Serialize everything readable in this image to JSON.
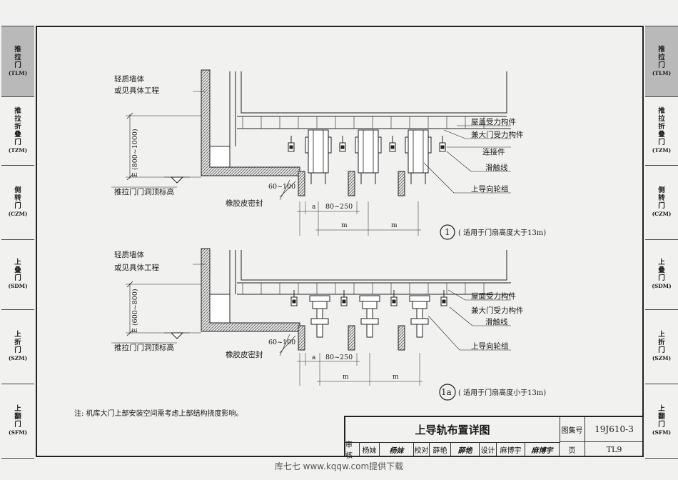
{
  "tabs": [
    {
      "chars": [
        "推",
        "拉",
        "门"
      ],
      "code": "(TLM)",
      "active": true
    },
    {
      "chars": [
        "推",
        "拉",
        "折",
        "叠",
        "门"
      ],
      "code": "(TZM)",
      "active": false
    },
    {
      "chars": [
        "侧",
        "转",
        "门"
      ],
      "code": "(CZM)",
      "active": false
    },
    {
      "chars": [
        "上",
        "叠",
        "门"
      ],
      "code": "(SDM)",
      "active": false
    },
    {
      "chars": [
        "上",
        "折",
        "门"
      ],
      "code": "(SZM)",
      "active": false
    },
    {
      "chars": [
        "上",
        "翻",
        "门"
      ],
      "code": "(SFM)",
      "active": false
    }
  ],
  "detail1": {
    "wall_label_1": "轻质墙体",
    "wall_label_2": "或见具体工程",
    "dim_e": "E (800~1000)",
    "opening_label": "推拉门门洞顶标高",
    "dim_60_100": "60~100",
    "rubber_seal": "橡胶皮密封",
    "dim_a": "a",
    "dim_80_250": "80~250",
    "dim_m1": "m",
    "dim_m2": "m",
    "callout_1": "屋盖受力构件",
    "callout_2": "兼大门受力构件",
    "callout_3": "连接件",
    "callout_4": "滑触线",
    "callout_5": "上导向轮组",
    "marker": "1",
    "marker_note": "( 适用于门扇高度大于13m)"
  },
  "detail2": {
    "wall_label_1": "轻质墙体",
    "wall_label_2": "或见具体工程",
    "dim_e": "E (600~800)",
    "opening_label": "推拉门门洞顶标高",
    "dim_60_100": "60~100",
    "rubber_seal": "橡胶皮密封",
    "dim_a": "a",
    "dim_80_250": "80~250",
    "dim_m1": "m",
    "dim_m2": "m",
    "callout_1": "屋面受力构件",
    "callout_2": "兼大门受力构件",
    "callout_3": "滑触线",
    "callout_4": "上导向轮组",
    "marker": "1a",
    "marker_note": "( 适用于门扇高度小于13m)"
  },
  "note": "注: 机库大门上部安装空间需考虑上部结构挠度影响。",
  "title_block": {
    "title": "上导轨布置详图",
    "atlas_label": "图集号",
    "atlas_no": "19J610-3",
    "review": "审核",
    "reviewer": "杨妹",
    "reviewer_sig": "杨妹",
    "check": "校对",
    "checker": "薛艳",
    "checker_sig": "薛艳",
    "design": "设计",
    "designer": "麻博宇",
    "designer_sig": "麻博宇",
    "page_label": "页",
    "page_no": "TL9"
  },
  "caption": "库七七 www.kqqw.com提供下载"
}
